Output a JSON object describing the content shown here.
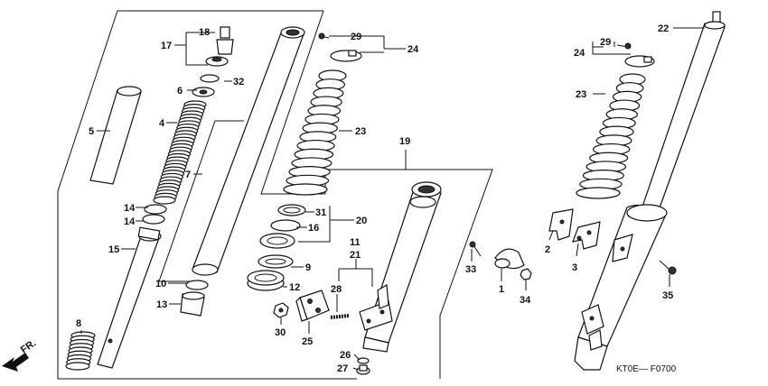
{
  "diagram_code": "KT0E— F0700",
  "direction_label": "FR.",
  "callouts": {
    "c1": "1",
    "c2": "2",
    "c3": "3",
    "c4": "4",
    "c5": "5",
    "c6": "6",
    "c7": "7",
    "c8": "8",
    "c9": "9",
    "c10": "10",
    "c11": "11",
    "c12": "12",
    "c13": "13",
    "c14a": "14",
    "c14b": "14",
    "c15": "15",
    "c16": "16",
    "c17": "17",
    "c18": "18",
    "c19": "19",
    "c20": "20",
    "c21": "21",
    "c22": "22",
    "c23a": "23",
    "c23b": "23",
    "c24a": "24",
    "c24b": "24",
    "c25": "25",
    "c26": "26",
    "c27": "27",
    "c28": "28",
    "c29a": "29",
    "c29b": "29",
    "c30": "30",
    "c31": "31",
    "c32": "32",
    "c33": "33",
    "c34": "34",
    "c35": "35"
  }
}
